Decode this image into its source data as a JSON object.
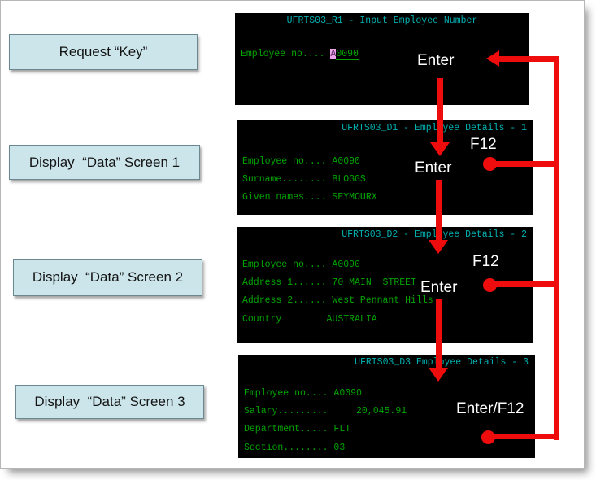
{
  "flow_labels": [
    {
      "text": "Request “Key”"
    },
    {
      "text": "Display  “Data” Screen 1"
    },
    {
      "text": "Display  “Data” Screen 2"
    },
    {
      "text": "Display  “Data” Screen 3"
    }
  ],
  "screens": [
    {
      "id": "R1",
      "title": "UFRTS03_R1 - Input Employee Number",
      "field": {
        "label": "Employee no.... ",
        "cursor_char": "A",
        "value_rest": "0090"
      }
    },
    {
      "id": "D1",
      "title": "UFRTS03_D1 - Employee Details - 1",
      "lines": [
        "Employee no.... A0090",
        "Surname........ BLOGGS",
        "Given names.... SEYMOURX"
      ]
    },
    {
      "id": "D2",
      "title": "UFRTS03_D2 - Employee Details - 2",
      "lines": [
        "Employee no.... A0090",
        "Address 1...... 70 MAIN  STREET",
        "Address 2...... West Pennant Hills",
        "Country        AUSTRALIA"
      ]
    },
    {
      "id": "D3",
      "title": "UFRTS03_D3 Employee Details - 3",
      "lines": [
        "Employee no.... A0090",
        "Salary.........     20,045.91",
        "Department..... FLT",
        "Section........ 03"
      ]
    }
  ],
  "key_labels": {
    "enter_1": "Enter",
    "enter_2": "Enter",
    "f12_2": "F12",
    "enter_3": "Enter",
    "f12_3": "F12",
    "enter_f12_4": "Enter/F12"
  },
  "colors": {
    "terminal_bg": "#000000",
    "title_cyan": "#00b0b0",
    "text_green": "#00a400",
    "arrow_red": "#ee0c0c",
    "key_label_white": "#ffffff",
    "flow_box_fill": "#cbe5eb",
    "flow_box_border": "#6b8790",
    "cursor_pink": "#eda6ed"
  }
}
